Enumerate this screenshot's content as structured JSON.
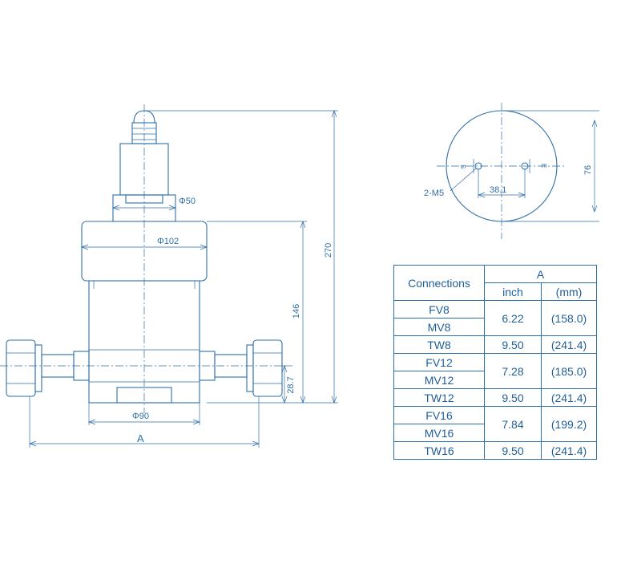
{
  "front_view": {
    "dim_height_total": "270",
    "dim_height_body": "146",
    "dim_height_port": "28.7",
    "dim_dia_cap": "Φ50",
    "dim_dia_flange": "Φ102",
    "dim_dia_body": "Φ90",
    "dim_length": "A"
  },
  "top_view": {
    "dim_diameter": "76",
    "dim_hole_spacing": "38.1",
    "hole_label": "2-M5"
  },
  "table": {
    "col_connections": "Connections",
    "col_a": "A",
    "col_inch": "inch",
    "col_mm": "(mm)",
    "rows": [
      {
        "names": [
          "FV8",
          "MV8"
        ],
        "inch": "6.22",
        "mm": "(158.0)"
      },
      {
        "names": [
          "TW8"
        ],
        "inch": "9.50",
        "mm": "(241.4)"
      },
      {
        "names": [
          "FV12",
          "MV12"
        ],
        "inch": "7.28",
        "mm": "(185.0)"
      },
      {
        "names": [
          "TW12"
        ],
        "inch": "9.50",
        "mm": "(241.4)"
      },
      {
        "names": [
          "FV16",
          "MV16"
        ],
        "inch": "7.84",
        "mm": "(199.2)"
      },
      {
        "names": [
          "TW16"
        ],
        "inch": "9.50",
        "mm": "(241.4)"
      }
    ]
  }
}
